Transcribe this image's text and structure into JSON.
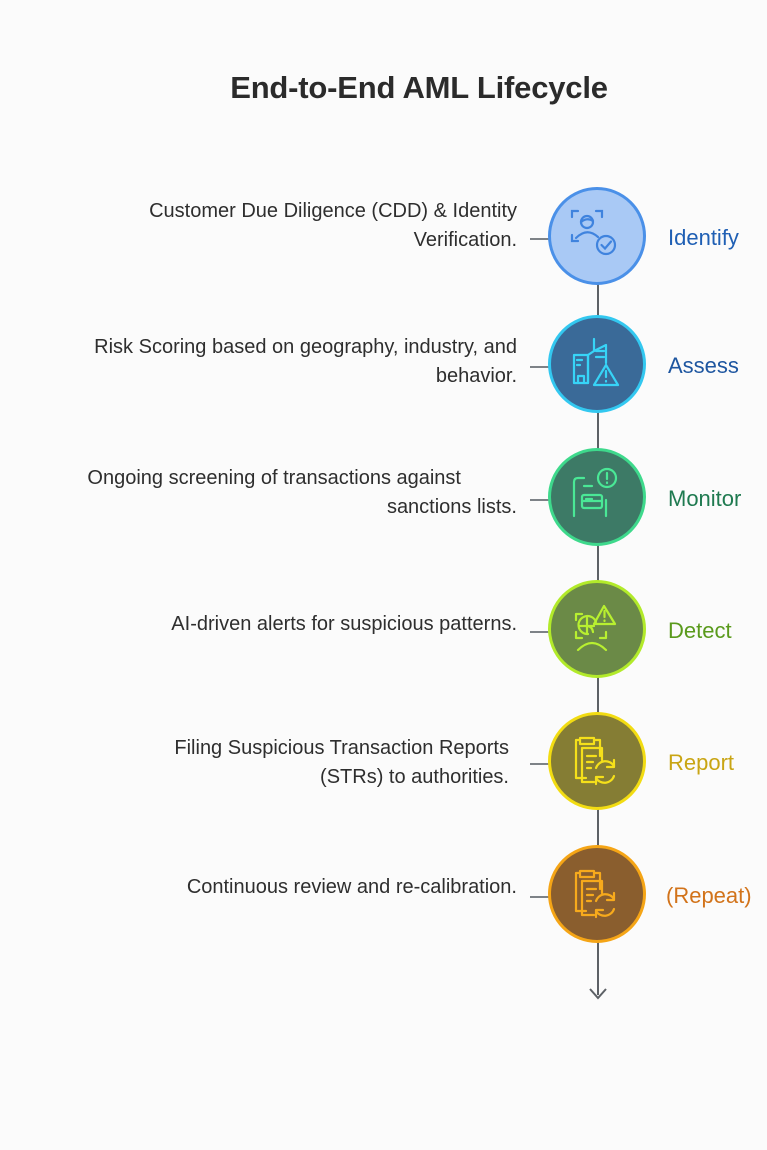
{
  "title": "End-to-End AML Lifecycle",
  "steps": [
    {
      "label": "Identify",
      "description_lines": [
        "Customer Due Diligence (CDD) & Identity",
        "Verification."
      ],
      "icon": "user-verify-icon",
      "colors": {
        "fill": "#a9c9f5",
        "border": "#4a90e8",
        "icon": "#3f83de",
        "label": "#1f5fb4"
      }
    },
    {
      "label": "Assess",
      "description_lines": [
        "Risk Scoring based on geography, industry, and",
        "behavior."
      ],
      "icon": "building-risk-icon",
      "colors": {
        "fill": "#3a6a98",
        "border": "#33c8f0",
        "icon": "#37d4f7",
        "label": "#1e56a0"
      }
    },
    {
      "label": "Monitor",
      "description_lines": [
        "Ongoing screening of transactions against",
        "sanctions lists."
      ],
      "icon": "screening-alert-icon",
      "colors": {
        "fill": "#3d7a66",
        "border": "#3ed98c",
        "icon": "#4ae896",
        "label": "#1f7a50"
      }
    },
    {
      "label": "Detect",
      "description_lines": [
        "AI-driven alerts for suspicious patterns."
      ],
      "icon": "detect-alert-icon",
      "colors": {
        "fill": "#6b8a47",
        "border": "#b2ea2a",
        "icon": "#b8f030",
        "label": "#5a9a1c"
      }
    },
    {
      "label": "Report",
      "description_lines": [
        "Filing Suspicious Transaction Reports",
        "(STRs) to authorities."
      ],
      "icon": "report-refresh-icon",
      "colors": {
        "fill": "#857d34",
        "border": "#f2dc12",
        "icon": "#f5e01a",
        "label": "#c9a514"
      }
    },
    {
      "label": "(Repeat)",
      "description_lines": [
        "Continuous review and re-calibration."
      ],
      "icon": "report-refresh-icon",
      "colors": {
        "fill": "#8a5e2e",
        "border": "#f5a516",
        "icon": "#f7aa1c",
        "label": "#d2731a"
      }
    }
  ]
}
